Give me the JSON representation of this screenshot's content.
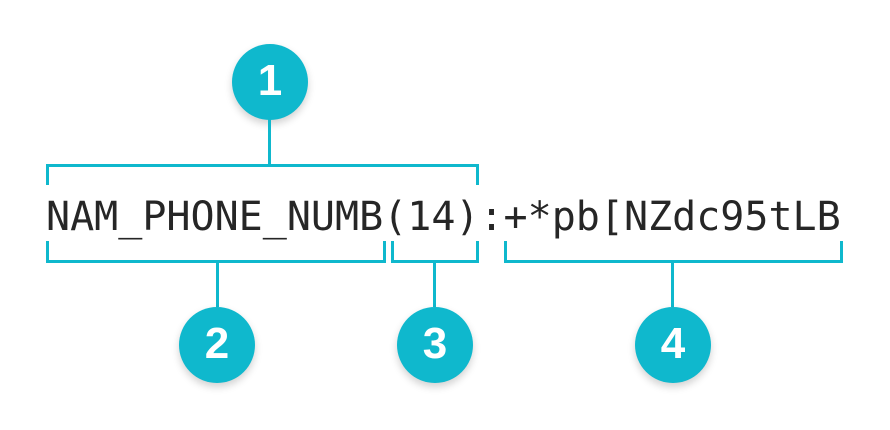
{
  "diagram": {
    "code_string": "NAM_PHONE_NUMB(14):+*pb[NZdc95tLB",
    "markers": [
      {
        "number": "1",
        "covers": "NAM_PHONE_NUMB(14)",
        "bracket_position": "above"
      },
      {
        "number": "2",
        "covers": "NAM_PHONE_NUMB",
        "bracket_position": "below"
      },
      {
        "number": "3",
        "covers": "(14)",
        "bracket_position": "below"
      },
      {
        "number": "4",
        "covers": "+*pb[NZdc95tLB",
        "bracket_position": "below"
      }
    ],
    "colors": {
      "accent": "#0fb8cd",
      "text": "#262626",
      "background": "#ffffff",
      "marker_text": "#ffffff"
    }
  }
}
